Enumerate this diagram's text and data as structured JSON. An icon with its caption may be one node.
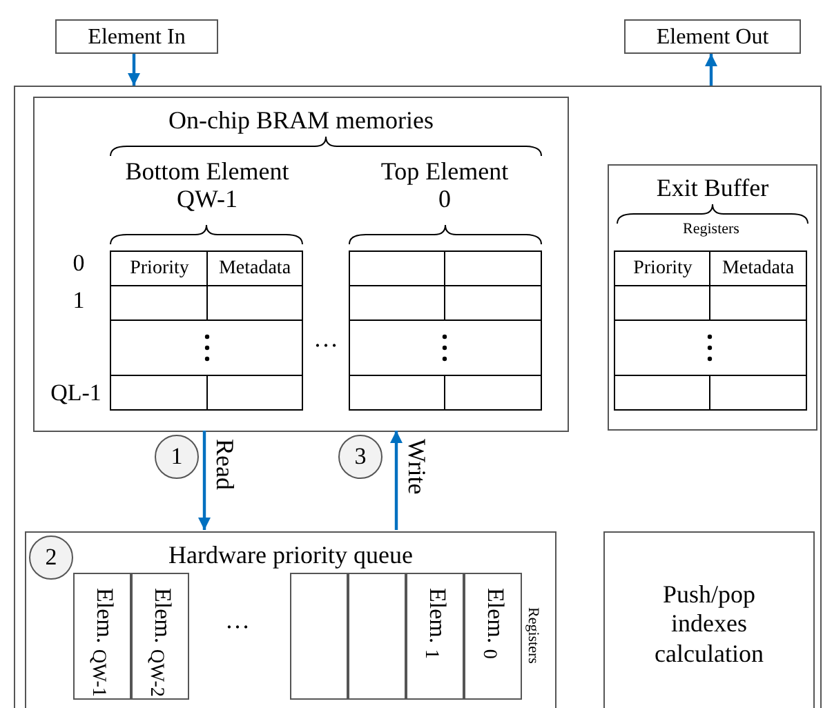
{
  "diagram": {
    "nodes": [
      {
        "text": [
          "Element In"
        ]
      },
      {
        "text": [
          "Element Out"
        ]
      },
      {
        "text": [],
        "shape": "box"
      },
      {
        "text": [
          "On-chip BRAM memories"
        ],
        "in": 2
      },
      {
        "text": [
          "Exit Buffer"
        ],
        "in": 2
      },
      {
        "text": [
          "Hardware priority queue"
        ],
        "in": 2
      },
      {
        "text": [
          "Push/pop indexes calculation"
        ],
        "in": 2
      },
      {
        "text": [
          "1"
        ],
        "in": 2
      },
      {
        "text": [
          "2"
        ],
        "in": 5
      },
      {
        "text": [
          "3"
        ],
        "in": 2
      },
      {
        "text": [
          "Elem. $_{QW-1}$"
        ],
        "in": 5
      },
      {
        "text": [
          "Elem. $_{QW-2}$"
        ],
        "in": 5
      },
      {
        "text": [],
        "shape": "box",
        "in": 5
      },
      {
        "text": [],
        "shape": "box",
        "in": 5
      },
      {
        "text": [
          "Elem. $_{1}$"
        ],
        "in": 5
      },
      {
        "text": [
          "Elem. $_{0}$"
        ],
        "in": 5
      }
    ],
    "edges": [
      {
        "from": 0,
        "to": 2,
        "arrow": "to"
      },
      {
        "from": 2,
        "to": 1,
        "arrow": "to"
      },
      {
        "from": 3,
        "to": 5,
        "arrow": "to",
        "label": "Read"
      },
      {
        "from": 5,
        "to": 3,
        "arrow": "to",
        "label": "Write"
      }
    ],
    "labels": [
      "Bottom Element",
      "QW-1",
      "Top Element",
      "0",
      "0",
      "1",
      "QL-1",
      "Priority",
      "Metadata",
      "…",
      "Registers",
      "Priority",
      "Metadata",
      "…",
      "Registers"
    ]
  }
}
